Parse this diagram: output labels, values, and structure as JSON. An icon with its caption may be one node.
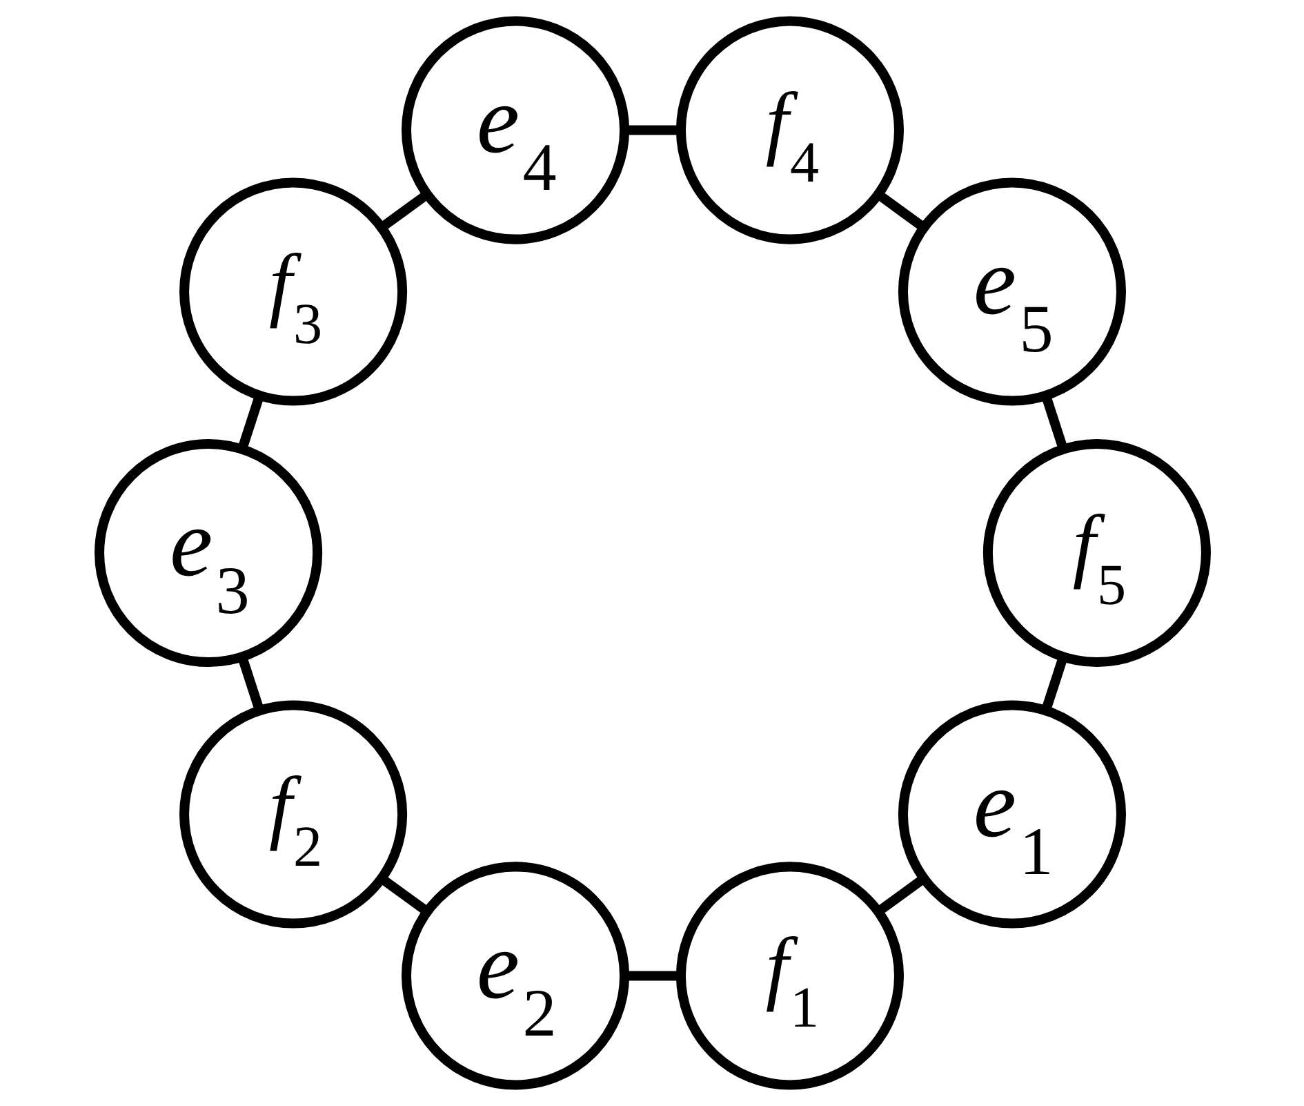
{
  "diagram": {
    "nodes": [
      {
        "text": [
          "*e*$_{1}$"
        ]
      },
      {
        "text": [
          "*f*$_{1}$"
        ]
      },
      {
        "text": [
          "*e*$_{2}$"
        ]
      },
      {
        "text": [
          "*f*$_{2}$"
        ]
      },
      {
        "text": [
          "*e*$_{3}$"
        ]
      },
      {
        "text": [
          "*f*$_{3}$"
        ]
      },
      {
        "text": [
          "*e*$_{4}$"
        ]
      },
      {
        "text": [
          "*f*$_{4}$"
        ]
      },
      {
        "text": [
          "*e*$_{5}$"
        ]
      },
      {
        "text": [
          "*f*$_{5}$"
        ]
      }
    ],
    "edges": [
      {
        "from": 0,
        "to": 1,
        "arrow": "none"
      },
      {
        "from": 1,
        "to": 2,
        "arrow": "none"
      },
      {
        "from": 2,
        "to": 3,
        "arrow": "none"
      },
      {
        "from": 3,
        "to": 4,
        "arrow": "none"
      },
      {
        "from": 4,
        "to": 5,
        "arrow": "none"
      },
      {
        "from": 5,
        "to": 6,
        "arrow": "none"
      },
      {
        "from": 6,
        "to": 7,
        "arrow": "none"
      },
      {
        "from": 7,
        "to": 8,
        "arrow": "none"
      },
      {
        "from": 8,
        "to": 9,
        "arrow": "none"
      },
      {
        "from": 9,
        "to": 0,
        "arrow": "none"
      }
    ]
  }
}
